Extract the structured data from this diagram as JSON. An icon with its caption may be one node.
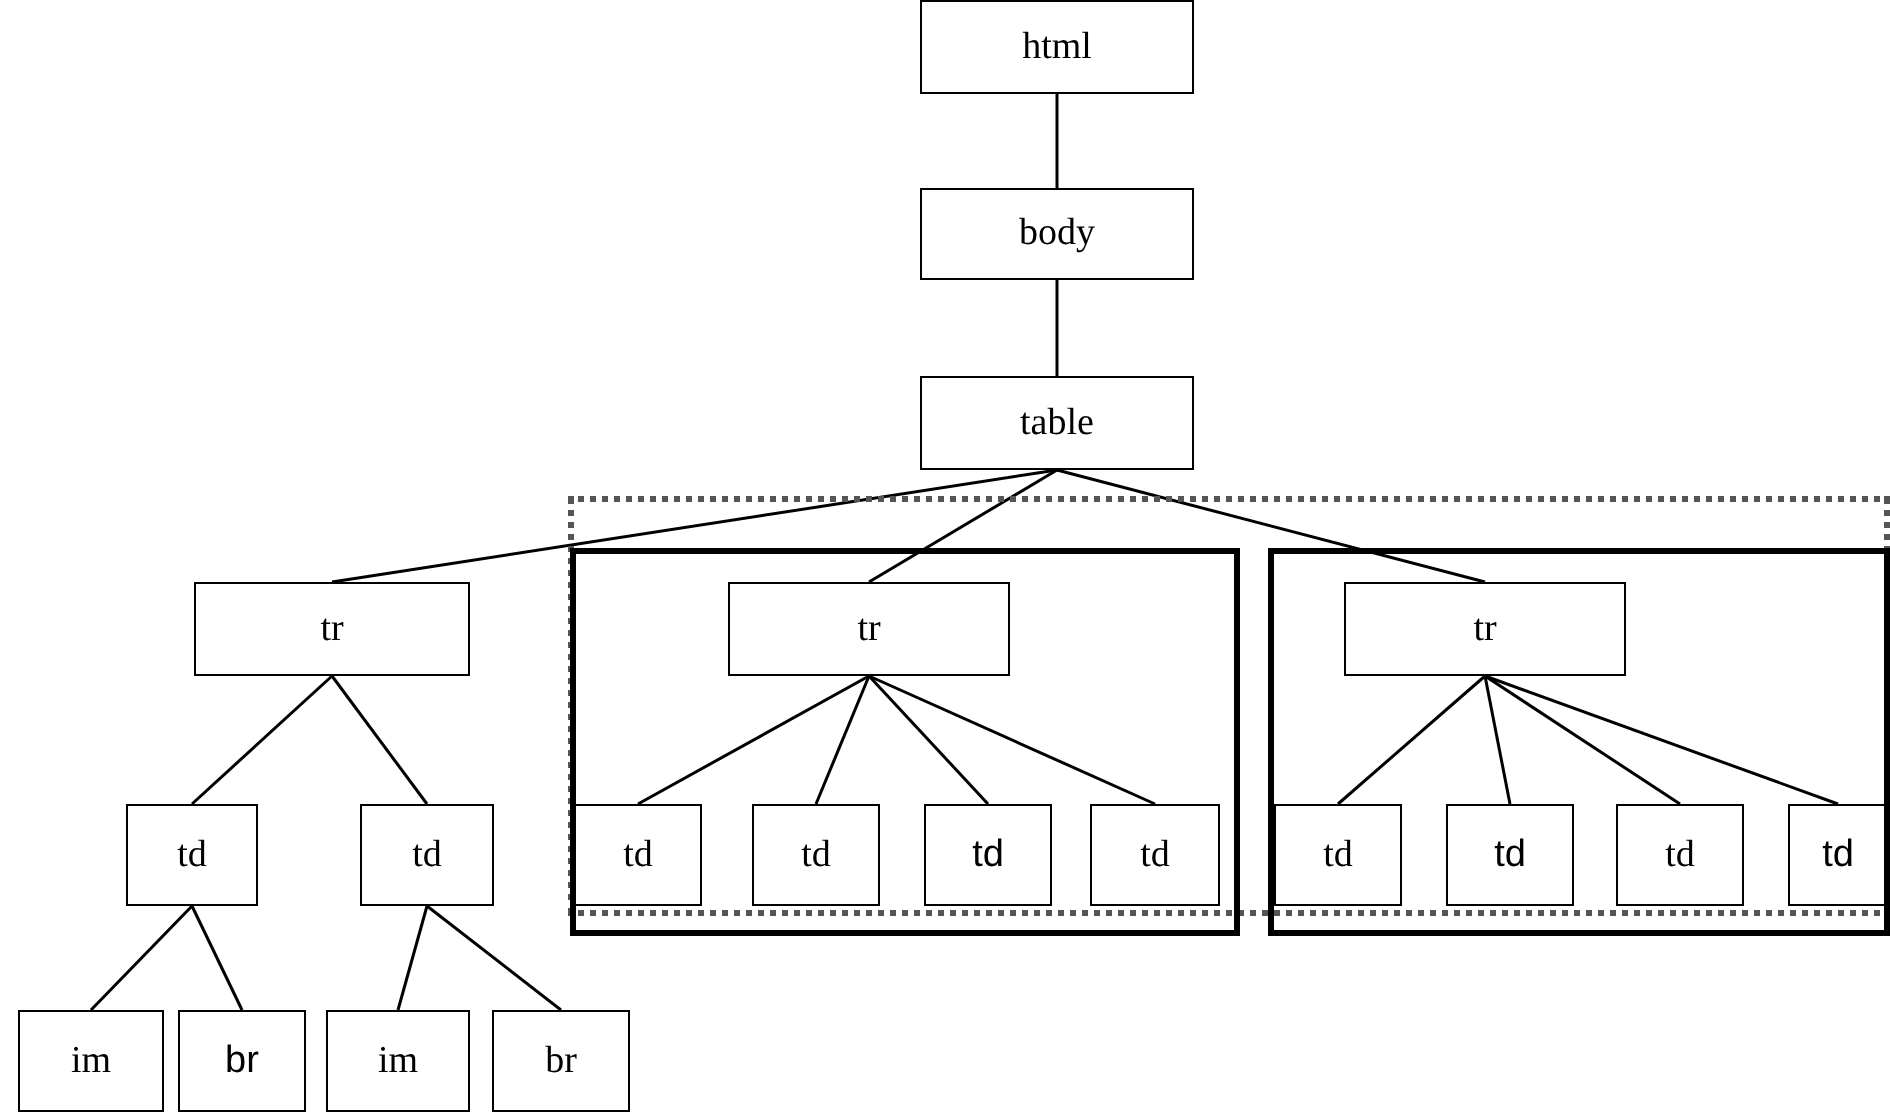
{
  "diagram": {
    "nodes": [
      {
        "text": [
          "html"
        ]
      },
      {
        "text": [
          "body"
        ]
      },
      {
        "text": [
          "table"
        ]
      },
      {
        "text": [],
        "shape": "box"
      },
      {
        "text": [
          "tr"
        ]
      },
      {
        "text": [],
        "shape": "box",
        "in": 3
      },
      {
        "text": [
          "tr"
        ],
        "in": 5
      },
      {
        "text": [],
        "shape": "box",
        "in": 3
      },
      {
        "text": [
          "tr"
        ],
        "in": 7
      },
      {
        "text": [
          "td"
        ]
      },
      {
        "text": [
          "td"
        ]
      },
      {
        "text": [
          "im"
        ]
      },
      {
        "text": [
          "br"
        ]
      },
      {
        "text": [
          "im"
        ]
      },
      {
        "text": [
          "br"
        ]
      },
      {
        "text": [
          "td"
        ],
        "in": 5
      },
      {
        "text": [
          "td"
        ],
        "in": 5
      },
      {
        "text": [
          "td"
        ],
        "in": 5
      },
      {
        "text": [
          "td"
        ],
        "in": 5
      },
      {
        "text": [
          "td"
        ],
        "in": 7
      },
      {
        "text": [
          "td"
        ],
        "in": 7
      },
      {
        "text": [
          "td"
        ],
        "in": 7
      },
      {
        "text": [
          "td"
        ],
        "in": 7
      }
    ],
    "edges": [
      {
        "from": 0,
        "to": 1,
        "arrow": "none"
      },
      {
        "from": 1,
        "to": 2,
        "arrow": "none"
      },
      {
        "from": 2,
        "to": 4,
        "arrow": "none"
      },
      {
        "from": 2,
        "to": 6,
        "arrow": "none"
      },
      {
        "from": 2,
        "to": 8,
        "arrow": "none"
      },
      {
        "from": 4,
        "to": 9,
        "arrow": "none"
      },
      {
        "from": 4,
        "to": 10,
        "arrow": "none"
      },
      {
        "from": 9,
        "to": 11,
        "arrow": "none"
      },
      {
        "from": 9,
        "to": 12,
        "arrow": "none"
      },
      {
        "from": 10,
        "to": 13,
        "arrow": "none"
      },
      {
        "from": 10,
        "to": 14,
        "arrow": "none"
      },
      {
        "from": 6,
        "to": 15,
        "arrow": "none"
      },
      {
        "from": 6,
        "to": 16,
        "arrow": "none"
      },
      {
        "from": 6,
        "to": 17,
        "arrow": "none"
      },
      {
        "from": 6,
        "to": 18,
        "arrow": "none"
      },
      {
        "from": 8,
        "to": 19,
        "arrow": "none"
      },
      {
        "from": 8,
        "to": 20,
        "arrow": "none"
      },
      {
        "from": 8,
        "to": 21,
        "arrow": "none"
      },
      {
        "from": 8,
        "to": 22,
        "arrow": "none"
      }
    ]
  }
}
